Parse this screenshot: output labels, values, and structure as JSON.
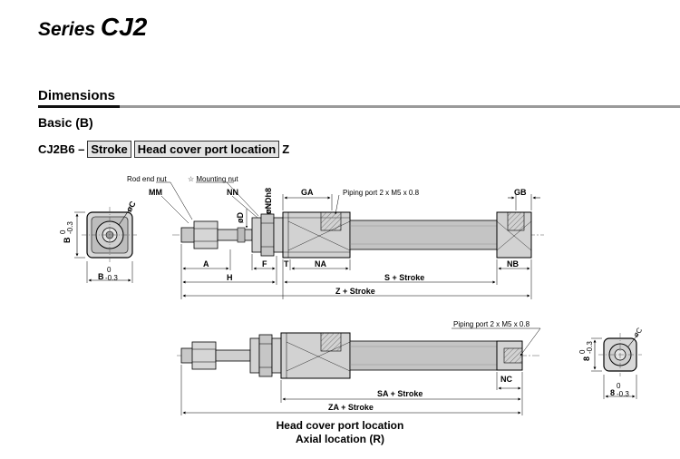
{
  "header": {
    "series_prefix": "Series",
    "series_name": "CJ2"
  },
  "section": {
    "title": "Dimensions",
    "subtitle": "Basic (B)"
  },
  "model_code": {
    "prefix": "CJ2B6 –",
    "field1": "Stroke",
    "field2": "Head cover port location",
    "suffix": "Z"
  },
  "drawing_top": {
    "rod_end_nut": "Rod end nut",
    "mounting_nut": "☆ Mounting nut",
    "mm": "MM",
    "nn": "NN",
    "ndh8": "øNDh8",
    "d": "øD",
    "c": "øC",
    "b": "B",
    "b_tol": "-0.3",
    "b_top": "0",
    "ga": "GA",
    "gb": "GB",
    "piping": "Piping port 2 x M5 x 0.8",
    "a": "A",
    "f": "F",
    "t": "T",
    "na": "NA",
    "nb": "NB",
    "h": "H",
    "s_stroke": "S + Stroke",
    "z_stroke": "Z + Stroke"
  },
  "drawing_bottom": {
    "piping": "Piping port 2 x M5 x 0.8",
    "nc": "NC",
    "sa_stroke": "SA + Stroke",
    "za_stroke": "ZA + Stroke",
    "c": "øC",
    "b": "8",
    "b_tol": "-0.3",
    "b_top": "0"
  },
  "caption": {
    "line1": "Head cover port location",
    "line2": "Axial location (R)"
  }
}
